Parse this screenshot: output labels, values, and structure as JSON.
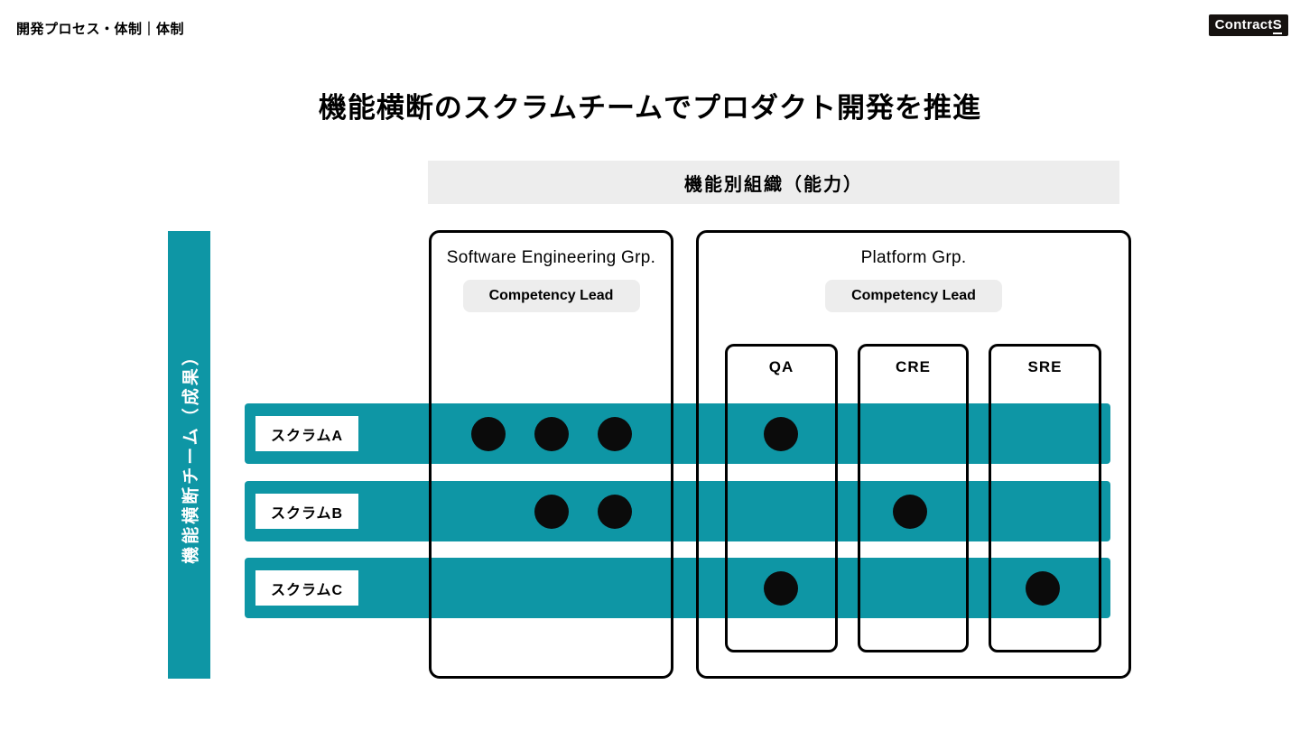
{
  "header": {
    "breadcrumb": "開発プロセス・体制｜体制",
    "logo": {
      "text": "ContractS",
      "text_main": "Contract",
      "text_underlined": "S"
    }
  },
  "title": "機能横断のスクラムチームでプロダクト開発を推進",
  "diagram": {
    "functional_org_label": "機能別組織（能力）",
    "cross_functional_label": "機能横断チーム（成果）",
    "groups": [
      {
        "id": "swe",
        "name": "Software Engineering Grp.",
        "badge": "Competency Lead"
      },
      {
        "id": "platform",
        "name": "Platform Grp.",
        "badge": "Competency Lead",
        "subgroups": [
          {
            "id": "qa",
            "label": "QA"
          },
          {
            "id": "cre",
            "label": "CRE"
          },
          {
            "id": "sre",
            "label": "SRE"
          }
        ]
      }
    ],
    "rows": [
      {
        "label": "スクラムA",
        "members": {
          "swe": 3,
          "qa": 1,
          "cre": 0,
          "sre": 0
        }
      },
      {
        "label": "スクラムB",
        "members": {
          "swe": 2,
          "qa": 0,
          "cre": 1,
          "sre": 0
        }
      },
      {
        "label": "スクラムC",
        "members": {
          "swe": 0,
          "qa": 1,
          "cre": 0,
          "sre": 1
        }
      }
    ],
    "colors": {
      "teal": "#0E96A5",
      "band_bg": "#EDEDED",
      "badge_bg": "#EDEDED",
      "dot": "#0B0B0B"
    }
  }
}
